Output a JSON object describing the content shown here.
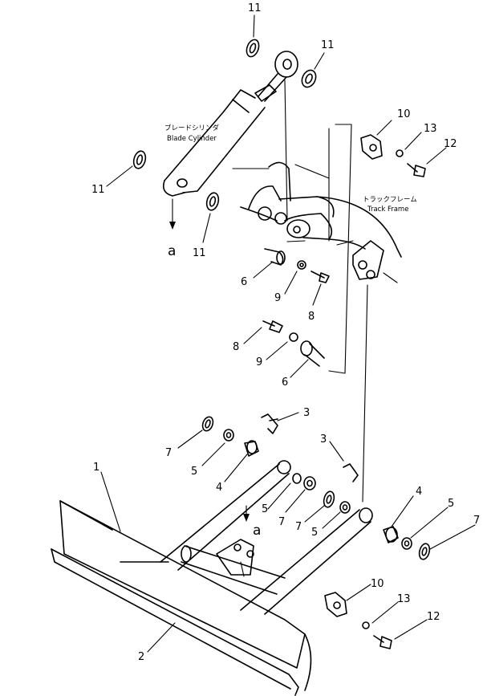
{
  "labels": {
    "blade_cylinder_jp": "ブレードシリンダ",
    "blade_cylinder_en": "Blade Cylinder",
    "track_frame_jp": "トラックフレーム",
    "track_frame_en": "Track Frame",
    "ref_a_top": "a",
    "ref_a_mid": "a"
  },
  "part_numbers": {
    "p11a": "11",
    "p11b": "11",
    "p11c": "11",
    "p11d": "11",
    "p10a": "10",
    "p13a": "13",
    "p12a": "12",
    "p6a": "6",
    "p9a": "9",
    "p8a": "8",
    "p8b": "8",
    "p9b": "9",
    "p6b": "6",
    "p3a": "3",
    "p7a": "7",
    "p5a": "5",
    "p4a": "4",
    "p3b": "3",
    "p5b": "5",
    "p7b": "7",
    "p7c": "7",
    "p5c": "5",
    "p4b": "4",
    "p5d": "5",
    "p7d": "7",
    "p1": "1",
    "p2": "2",
    "p10b": "10",
    "p13b": "13",
    "p12b": "12"
  }
}
